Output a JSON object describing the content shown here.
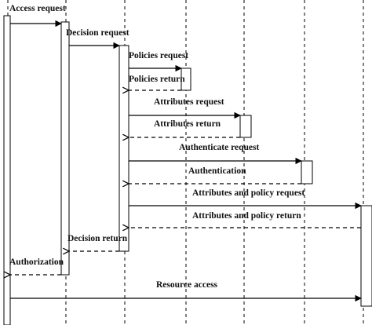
{
  "diagram": {
    "messages": [
      {
        "label": "Access request"
      },
      {
        "label": "Decision request"
      },
      {
        "label": "Policies request"
      },
      {
        "label": "Policies return"
      },
      {
        "label": "Attributes request"
      },
      {
        "label": "Attributes return"
      },
      {
        "label": "Authenticate request"
      },
      {
        "label": "Authentication"
      },
      {
        "label": "Attributes and policy request"
      },
      {
        "label": "Attributes and policy return"
      },
      {
        "label": "Decision return"
      },
      {
        "label": "Authorization"
      },
      {
        "label": "Resource access"
      }
    ]
  }
}
